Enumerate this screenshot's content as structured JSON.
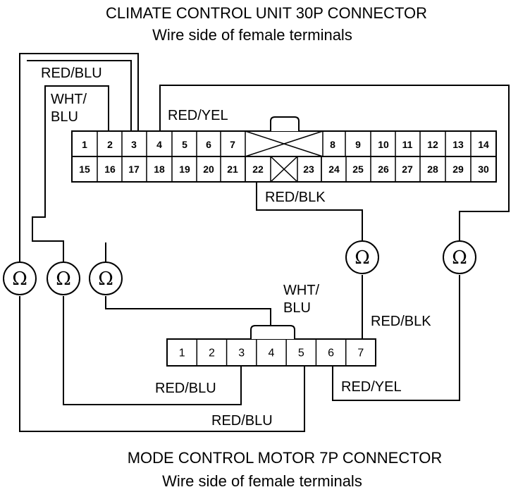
{
  "top_title": "CLIMATE CONTROL UNIT 30P CONNECTOR",
  "top_subtitle": "Wire side of female terminals",
  "bottom_title": "MODE CONTROL MOTOR 7P CONNECTOR",
  "bottom_subtitle": "Wire side of female terminals",
  "ohm_symbol": "Ω",
  "connector_30p": {
    "top_row": [
      "1",
      "2",
      "3",
      "4",
      "5",
      "6",
      "7",
      "8",
      "9",
      "10",
      "11",
      "12",
      "13",
      "14"
    ],
    "bottom_row": [
      "15",
      "16",
      "17",
      "18",
      "19",
      "20",
      "21",
      "22",
      "23",
      "24",
      "25",
      "26",
      "27",
      "28",
      "29",
      "30"
    ]
  },
  "connector_7p": {
    "pins": [
      "1",
      "2",
      "3",
      "4",
      "5",
      "6",
      "7"
    ]
  },
  "wire_labels": {
    "red_blu_top": "RED/BLU",
    "wht_blu_top_line1": "WHT/",
    "wht_blu_top_line2": "BLU",
    "red_yel_top": "RED/YEL",
    "red_blk_top": "RED/BLK",
    "wht_blu_bottom_line1": "WHT/",
    "wht_blu_bottom_line2": "BLU",
    "red_blk_bottom": "RED/BLK",
    "red_blu_bottom_1": "RED/BLU",
    "red_yel_bottom": "RED/YEL",
    "red_blu_bottom_2": "RED/BLU"
  }
}
